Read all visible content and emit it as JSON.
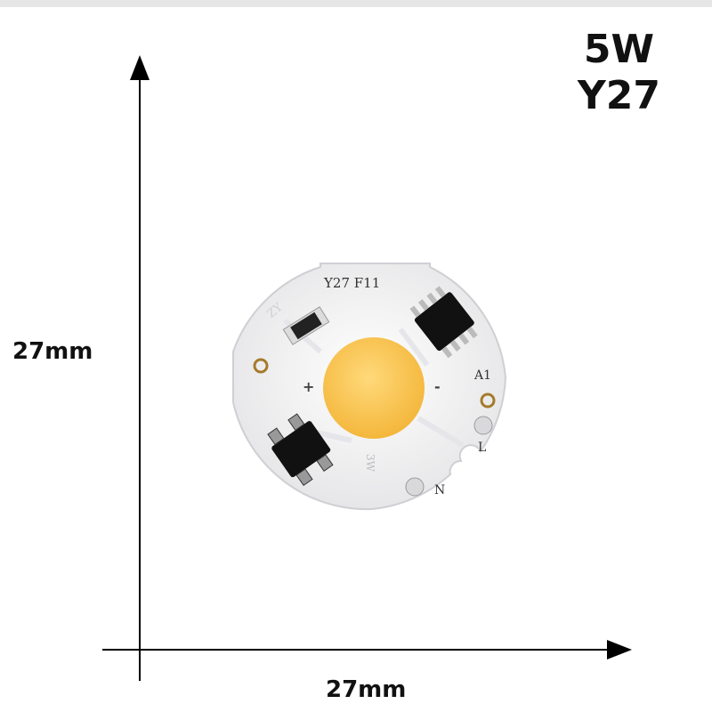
{
  "product": {
    "power": "5W",
    "model": "Y27"
  },
  "dimensions": {
    "height_label": "27mm",
    "width_label": "27mm"
  },
  "board": {
    "model_text": "Y27 F11",
    "wattage_text": "3W",
    "plus_mark": "+",
    "minus_mark": "-",
    "pad_a1": "A1",
    "pad_l": "L",
    "pad_n": "N",
    "edge_text": "ZY",
    "led_color": "#f9c551",
    "pcb_color": "#f3f3f3",
    "chip_color": "#111111"
  }
}
